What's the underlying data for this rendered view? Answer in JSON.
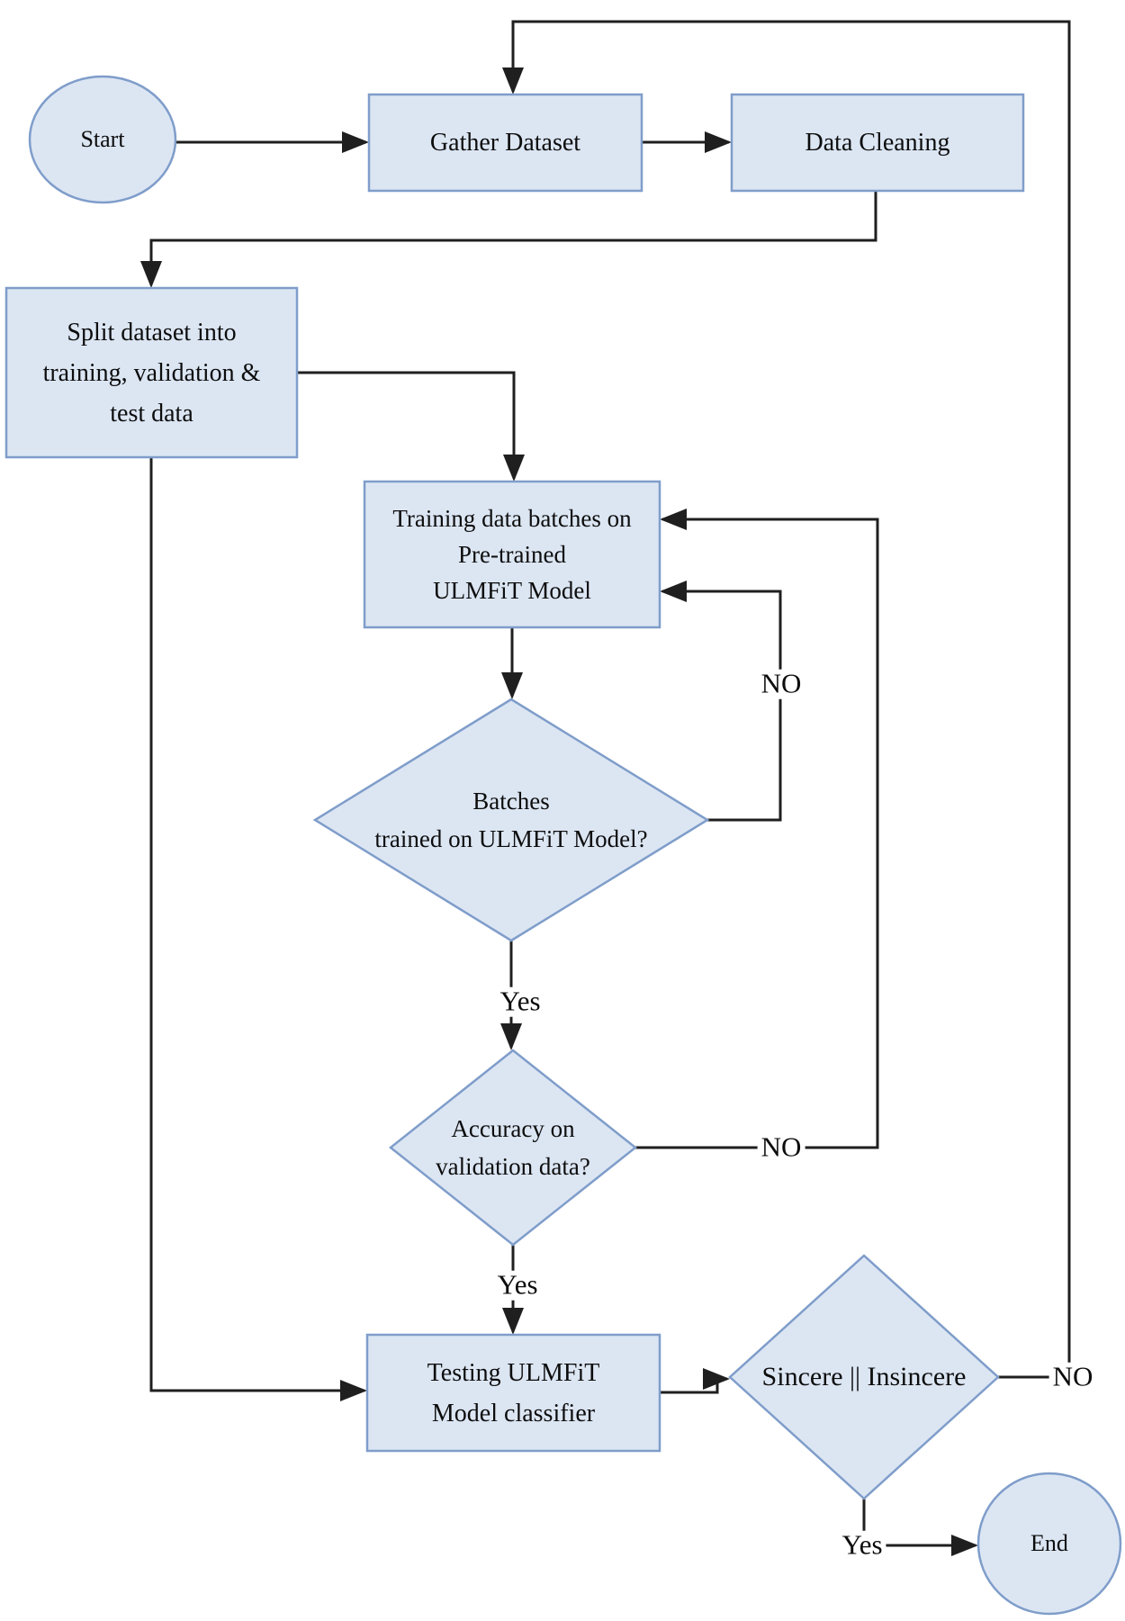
{
  "diagram": {
    "type": "flowchart",
    "colors": {
      "node_fill": "#dce6f3",
      "node_border": "#7f9dca",
      "connector": "#1f1f1f",
      "background": "#ffffff"
    },
    "nodes": {
      "start": {
        "shape": "circle",
        "label": "Start"
      },
      "gather_dataset": {
        "shape": "process",
        "label": "Gather Dataset"
      },
      "data_cleaning": {
        "shape": "process",
        "label": "Data Cleaning"
      },
      "split_dataset": {
        "shape": "process",
        "lines": [
          "Split dataset into",
          "training, validation &",
          "test data"
        ]
      },
      "training_batches": {
        "shape": "process",
        "lines": [
          "Training data batches on",
          "Pre-trained",
          "ULMFiT Model"
        ]
      },
      "batches_trained_q": {
        "shape": "decision",
        "lines": [
          "Batches",
          "trained on ULMFiT Model?"
        ]
      },
      "accuracy_q": {
        "shape": "decision",
        "lines": [
          "Accuracy on",
          "validation data?"
        ]
      },
      "testing_model": {
        "shape": "process",
        "lines": [
          "Testing ULMFiT",
          "Model classifier"
        ]
      },
      "sincere_q": {
        "shape": "decision",
        "label": "Sincere ||  Insincere"
      },
      "end": {
        "shape": "circle",
        "label": "End"
      }
    },
    "edge_labels": {
      "batches_no": "NO",
      "batches_yes": "Yes",
      "accuracy_no": "NO",
      "accuracy_yes": "Yes",
      "sincere_no": "NO",
      "sincere_yes": "Yes"
    }
  }
}
